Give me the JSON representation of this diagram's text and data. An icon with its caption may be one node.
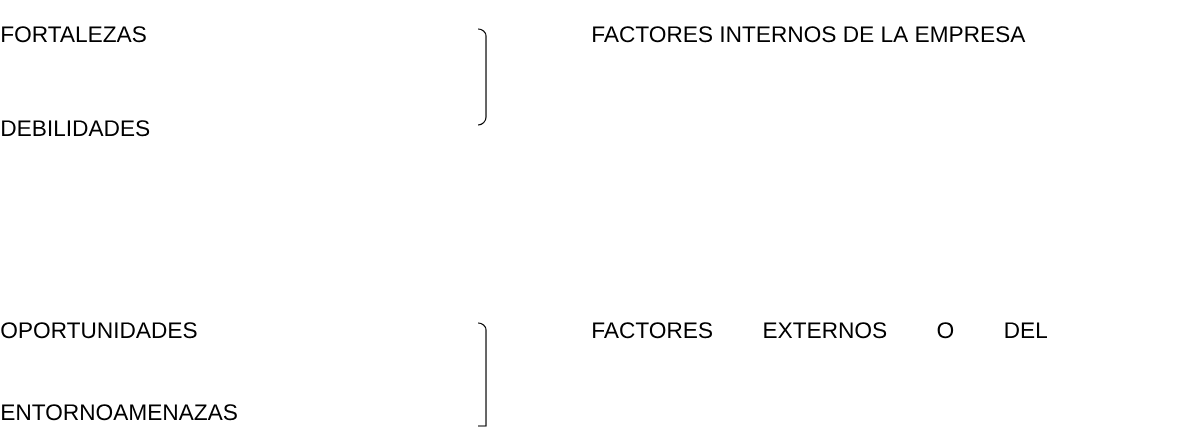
{
  "diagram": {
    "labels": [
      "FORTALEZAS",
      "FACTORES INTERNOS DE LA EMPRESA",
      "DEBILIDADES",
      "OPORTUNIDADES",
      "FACTORES EXTERNOS O DEL",
      "ENTORNOAMENAZAS"
    ]
  }
}
